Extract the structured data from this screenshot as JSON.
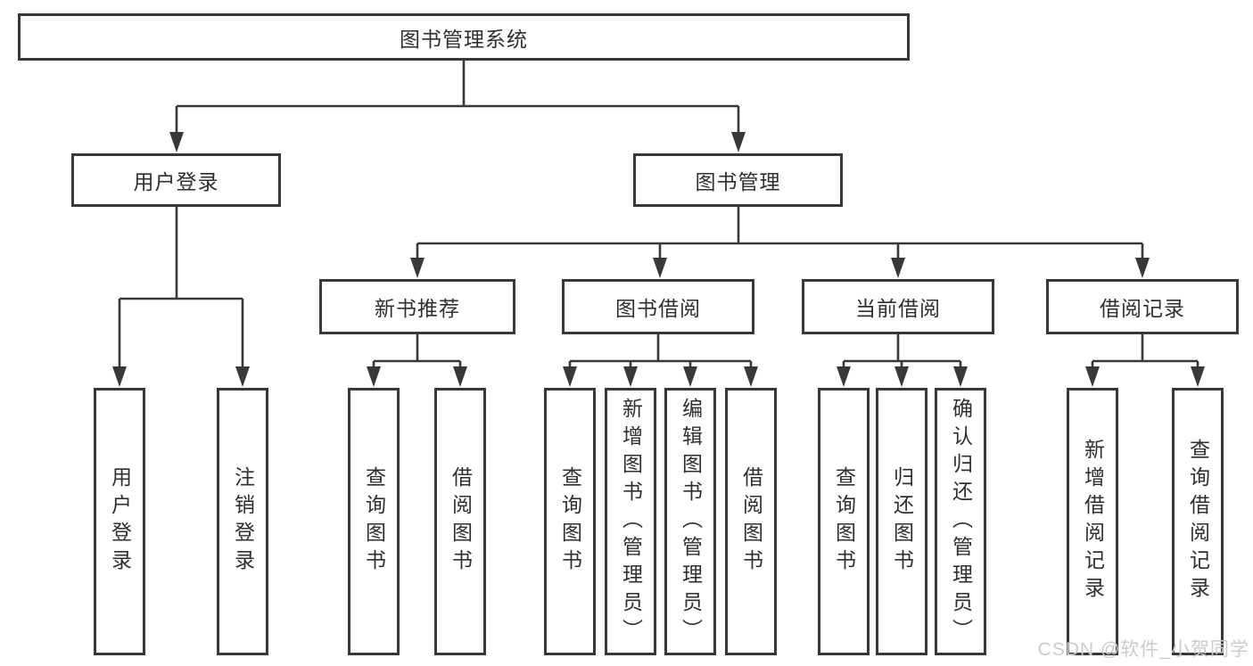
{
  "diagram": {
    "type": "hierarchy-tree",
    "root": {
      "label": "图书管理系统"
    },
    "level2": [
      {
        "label": "用户登录"
      },
      {
        "label": "图书管理"
      }
    ],
    "level3": [
      {
        "label": "新书推荐"
      },
      {
        "label": "图书借阅"
      },
      {
        "label": "当前借阅"
      },
      {
        "label": "借阅记录"
      }
    ],
    "leaves": {
      "user_login": [
        {
          "label": "用户登录"
        },
        {
          "label": "注销登录"
        }
      ],
      "new_books": [
        {
          "label": "查询图书"
        },
        {
          "label": "借阅图书"
        }
      ],
      "book_borrow": [
        {
          "label": "查询图书"
        },
        {
          "label": "新增图书（管理员）"
        },
        {
          "label": "编辑图书（管理员）"
        },
        {
          "label": "借阅图书"
        }
      ],
      "current_borrow": [
        {
          "label": "查询图书"
        },
        {
          "label": "归还图书"
        },
        {
          "label": "确认归还（管理员）"
        }
      ],
      "borrow_records": [
        {
          "label": "新增借阅记录"
        },
        {
          "label": "查询借阅记录"
        }
      ]
    },
    "edges": [
      "图书管理系统→用户登录",
      "图书管理系统→图书管理",
      "用户登录→用户登录",
      "用户登录→注销登录",
      "图书管理→新书推荐",
      "图书管理→图书借阅",
      "图书管理→当前借阅",
      "图书管理→借阅记录",
      "新书推荐→查询图书",
      "新书推荐→借阅图书",
      "图书借阅→查询图书",
      "图书借阅→新增图书（管理员）",
      "图书借阅→编辑图书（管理员）",
      "图书借阅→借阅图书",
      "当前借阅→查询图书",
      "当前借阅→归还图书",
      "当前借阅→确认归还（管理员）",
      "借阅记录→新增借阅记录",
      "借阅记录→查询借阅记录"
    ]
  },
  "watermark": {
    "text": "CSDN @软件_小贺同学"
  },
  "colors": {
    "line": "#383838",
    "box_border": "#383838",
    "text": "#2f2f2f",
    "watermark": "#cccccc",
    "background": "#ffffff"
  }
}
